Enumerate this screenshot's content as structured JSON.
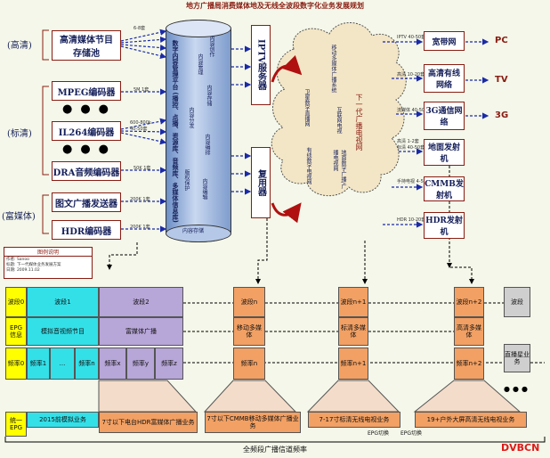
{
  "title": "地方广播局消费媒体地及无线全波段数字化业务发展规划",
  "left_groups": [
    {
      "label": "(高清)"
    },
    {
      "label": "(标清)"
    },
    {
      "label": "(富媒体)"
    }
  ],
  "sources": [
    {
      "label": "高清媒体节目存储池",
      "rate": "6-8套"
    },
    {
      "label": "MPEG编码器",
      "rate": "5M 1套"
    },
    {
      "label": "IL264编码器",
      "rate": "600-800k\n40-50套"
    },
    {
      "label": "DRA音频编码器",
      "rate": "50K 1套"
    },
    {
      "label": "图文广播发送器",
      "rate": "200K 1套"
    },
    {
      "label": "HDR编码器",
      "rate": "200K 1套"
    }
  ],
  "platform": {
    "title": "数字内容管理平台 (播控、点播、资源库、音频库、多媒体信息库)",
    "modules": [
      "内容管理",
      "内容存储",
      "内容分发",
      "内容编排",
      "版权保护",
      "内容创作",
      "内容编辑"
    ],
    "footer": "内容存储"
  },
  "middle": [
    {
      "label": "IPTV服务器"
    },
    {
      "label": "复用器"
    }
  ],
  "cloud": {
    "title": "下一代广播电视网",
    "items": [
      "移动多媒体广播系统",
      "互联网电视",
      "卫星数字直播网",
      "有线数字电视网",
      "地面数字广播/广播电视网"
    ]
  },
  "outputs": [
    {
      "link": "IPTV 40-50套",
      "label": "宽带网",
      "dest": "PC"
    },
    {
      "link": "高清 10-20套",
      "label": "高清有线网络",
      "dest": "TV"
    },
    {
      "link": "流媒体 40-50套",
      "label": "3G通信网络",
      "dest": "3G"
    },
    {
      "link": "高清 1-2套\n标清 40-50套",
      "label": "地面发射机",
      "dest": ""
    },
    {
      "link": "手持电视 4-5套",
      "label": "CMMB发射机",
      "dest": ""
    },
    {
      "link": "HDR 10-20套",
      "label": "HDR发射机",
      "dest": ""
    }
  ],
  "legend": {
    "title": "图例说明",
    "rows": [
      "作者: Sanoo",
      "标题: 下一代媒体业务发展方案",
      "日期: 2009.11.02"
    ]
  },
  "bands": {
    "row1": [
      "波段0",
      "波段1",
      "波段2",
      "波段n",
      "波段n+1",
      "波段n+2",
      "波段"
    ],
    "row2": [
      "EPG\n信息",
      "模拟音视频节目",
      "富媒体广播",
      "移动多媒体",
      "标清多媒体",
      "高清多媒体",
      "直播星业务"
    ],
    "row3": [
      "频率0",
      "频率1",
      "...",
      "频率n",
      "频率x",
      "频率y",
      "频率z",
      "频率n",
      "频率n+1",
      "频率n+2"
    ],
    "row4": [
      "统一EPG",
      "2015前模拟业务",
      "7寸以下电台HDR富媒体广播业务",
      "7寸以下CMMB移动多媒体广播业务",
      "7-17寸标清无线电视业务",
      "19+户外大屏高清无线电视业务"
    ],
    "epg_switch": [
      "EPG切换",
      "EPG切换"
    ],
    "footer": "全频段广播信道频率"
  },
  "watermark": "DVBCN",
  "colors": {
    "accent": "#8a1c12",
    "navy": "#16205a",
    "orange": "#f2a063",
    "cyan": "#33e0e8",
    "purple": "#b7a6d8",
    "yellow": "#ffff00"
  }
}
